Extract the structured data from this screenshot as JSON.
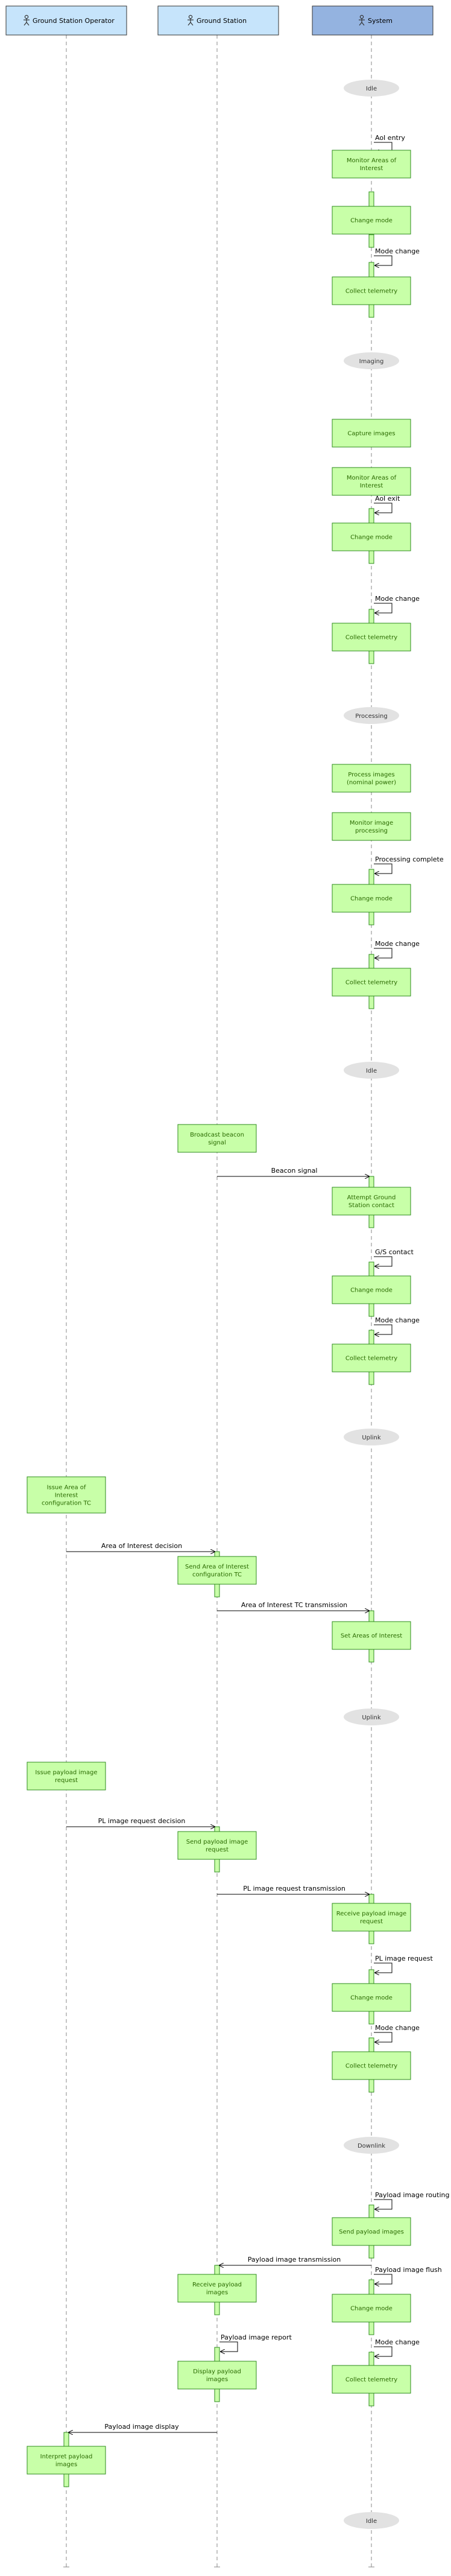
{
  "lanes": [
    {
      "id": "operator",
      "title": "Ground Station Operator",
      "fill": "#c6e4fb",
      "icon": "actor-icon"
    },
    {
      "id": "ground",
      "title": "Ground Station",
      "fill": "#c6e4fb",
      "icon": "actor-icon"
    },
    {
      "id": "system",
      "title": "System",
      "fill": "#94b3e0",
      "icon": "actor-icon"
    }
  ],
  "colors": {
    "action_fill": "#c8ffa8",
    "action_border": "#2e8b1c",
    "action_text": "#2a6a00",
    "state_fill": "#e2e2e2",
    "lifeline": "#888888",
    "arrow": "#000000",
    "lane_border": "#333333"
  },
  "states": [
    {
      "lane": "system",
      "label": "Idle"
    },
    {
      "lane": "system",
      "label": "Imaging"
    },
    {
      "lane": "system",
      "label": "Processing"
    },
    {
      "lane": "system",
      "label": "Idle"
    },
    {
      "lane": "system",
      "label": "Uplink"
    },
    {
      "lane": "system",
      "label": "Uplink"
    },
    {
      "lane": "system",
      "label": "Downlink"
    },
    {
      "lane": "system",
      "label": "Idle"
    }
  ],
  "actions": [
    {
      "lane": "system",
      "label": "Monitor Areas of Interest"
    },
    {
      "lane": "system",
      "label": "Change mode"
    },
    {
      "lane": "system",
      "label": "Collect telemetry"
    },
    {
      "lane": "system",
      "label": "Capture images"
    },
    {
      "lane": "system",
      "label": "Monitor Areas of Interest"
    },
    {
      "lane": "system",
      "label": "Change mode"
    },
    {
      "lane": "system",
      "label": "Collect telemetry"
    },
    {
      "lane": "system",
      "label": "Process images (nominal power)"
    },
    {
      "lane": "system",
      "label": "Monitor image processing"
    },
    {
      "lane": "system",
      "label": "Change mode"
    },
    {
      "lane": "system",
      "label": "Collect telemetry"
    },
    {
      "lane": "ground",
      "label": "Broadcast beacon signal"
    },
    {
      "lane": "system",
      "label": "Attempt Ground Station contact"
    },
    {
      "lane": "system",
      "label": "Change mode"
    },
    {
      "lane": "system",
      "label": "Collect telemetry"
    },
    {
      "lane": "operator",
      "label": "Issue Area of Interest configuration TC"
    },
    {
      "lane": "ground",
      "label": "Send Area of Interest configuration TC"
    },
    {
      "lane": "system",
      "label": "Set Areas of Interest"
    },
    {
      "lane": "operator",
      "label": "Issue payload image request"
    },
    {
      "lane": "ground",
      "label": "Send payload image request"
    },
    {
      "lane": "system",
      "label": "Receive payload image request"
    },
    {
      "lane": "system",
      "label": "Change mode"
    },
    {
      "lane": "system",
      "label": "Collect telemetry"
    },
    {
      "lane": "system",
      "label": "Send payload images"
    },
    {
      "lane": "ground",
      "label": "Receive payload images"
    },
    {
      "lane": "system",
      "label": "Change mode"
    },
    {
      "lane": "ground",
      "label": "Display payload images"
    },
    {
      "lane": "system",
      "label": "Collect telemetry"
    },
    {
      "lane": "operator",
      "label": "Interpret payload images"
    }
  ],
  "self_messages": [
    {
      "lane": "system",
      "label": "AoI entry"
    },
    {
      "lane": "system",
      "label": "Mode change"
    },
    {
      "lane": "system",
      "label": "AoI exit"
    },
    {
      "lane": "system",
      "label": "Mode change"
    },
    {
      "lane": "system",
      "label": "Processing complete"
    },
    {
      "lane": "system",
      "label": "Mode change"
    },
    {
      "lane": "system",
      "label": "G/S contact"
    },
    {
      "lane": "system",
      "label": "Mode change"
    },
    {
      "lane": "system",
      "label": "PL image request"
    },
    {
      "lane": "system",
      "label": "Mode change"
    },
    {
      "lane": "system",
      "label": "Payload image routing"
    },
    {
      "lane": "system",
      "label": "Payload image flush"
    },
    {
      "lane": "ground",
      "label": "Payload image report"
    },
    {
      "lane": "system",
      "label": "Mode change"
    }
  ],
  "messages": [
    {
      "from": "ground",
      "to": "system",
      "label": "Beacon signal"
    },
    {
      "from": "operator",
      "to": "ground",
      "label": "Area of Interest decision"
    },
    {
      "from": "ground",
      "to": "system",
      "label": "Area of Interest TC transmission"
    },
    {
      "from": "operator",
      "to": "ground",
      "label": "PL image request decision"
    },
    {
      "from": "ground",
      "to": "system",
      "label": "PL image request transmission"
    },
    {
      "from": "system",
      "to": "ground",
      "label": "Payload image transmission"
    },
    {
      "from": "ground",
      "to": "operator",
      "label": "Payload image display"
    }
  ]
}
